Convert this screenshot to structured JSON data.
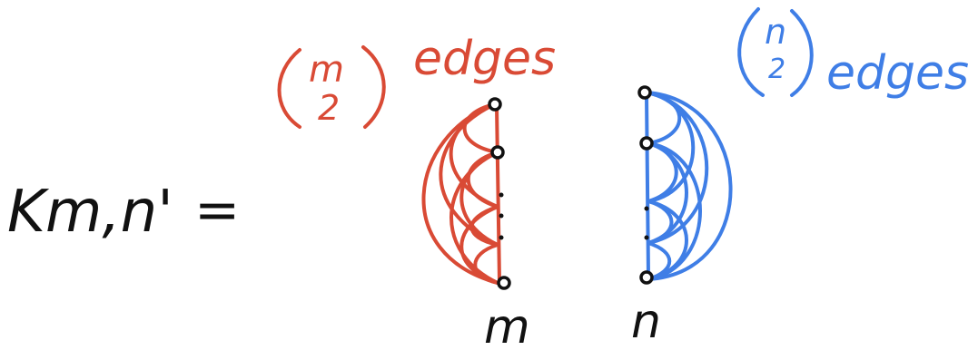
{
  "left_label": "Km,n'",
  "equals": "=",
  "red_annotation": {
    "binom_top": "m",
    "binom_bottom": "2",
    "word": "edges",
    "color": "#d94a35"
  },
  "blue_annotation": {
    "binom_top": "n",
    "binom_bottom": "2",
    "word": "edges",
    "color": "#3f7ee6"
  },
  "column_labels": {
    "left": "m",
    "right": "n"
  },
  "vertex_color": "#111111"
}
